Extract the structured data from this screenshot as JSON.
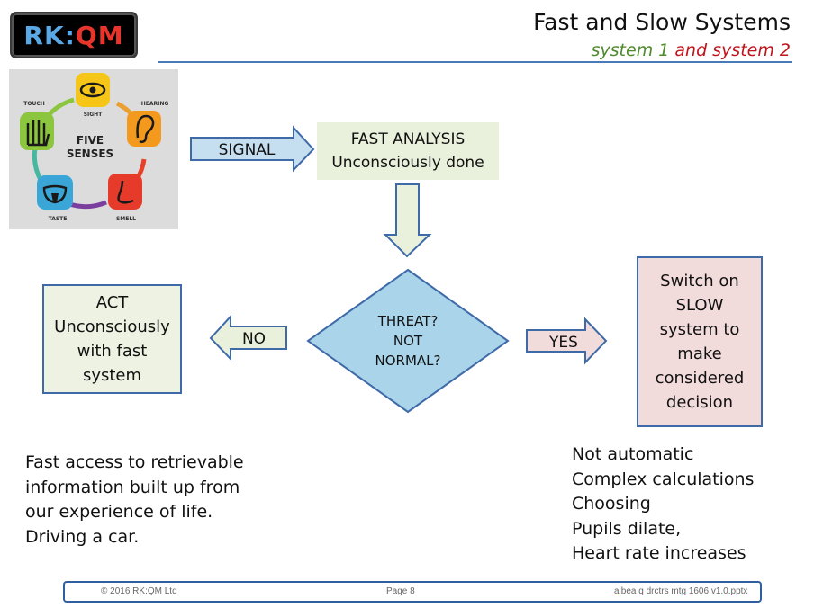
{
  "header": {
    "logo": {
      "rk": "RK",
      "colon": ":",
      "qm": "QM"
    },
    "title": "Fast and Slow Systems",
    "subtitle": {
      "part1": "system 1",
      "part2": " and system 2"
    }
  },
  "senses": {
    "center": [
      "FIVE",
      "SENSES"
    ],
    "labels": {
      "sight": "SIGHT",
      "hearing": "HEARING",
      "touch": "TOUCH",
      "taste": "TASTE",
      "smell": "SMELL"
    }
  },
  "flow": {
    "signal": "SIGNAL",
    "fast_analysis": [
      "FAST ANALYSIS",
      "Unconsciously done"
    ],
    "decision": [
      "THREAT?",
      "NOT",
      "NORMAL?"
    ],
    "no": "NO",
    "yes": "YES",
    "act": [
      "ACT",
      "Unconsciously",
      "with fast",
      "system"
    ],
    "slow": [
      "Switch on",
      "SLOW",
      "system to",
      "make",
      "considered",
      "decision"
    ]
  },
  "notes": {
    "left": [
      "Fast access to retrievable",
      "information built up from",
      "our experience of life.",
      "Driving a car."
    ],
    "right": [
      "Not automatic",
      "Complex calculations",
      "Choosing",
      "Pupils dilate,",
      "Heart rate increases"
    ]
  },
  "footer": {
    "copyright": "© 2016 RK:QM Ltd",
    "page": "Page 8",
    "file": "albea q drctrs mtg 1606 v1.0.pptx"
  },
  "colors": {
    "arrow_blue": "#c6dff0",
    "arrow_green": "#e9f1dc",
    "arrow_pink": "#f2dcdb",
    "diamond": "#a9d4e9",
    "stroke": "#3f6aa8"
  }
}
